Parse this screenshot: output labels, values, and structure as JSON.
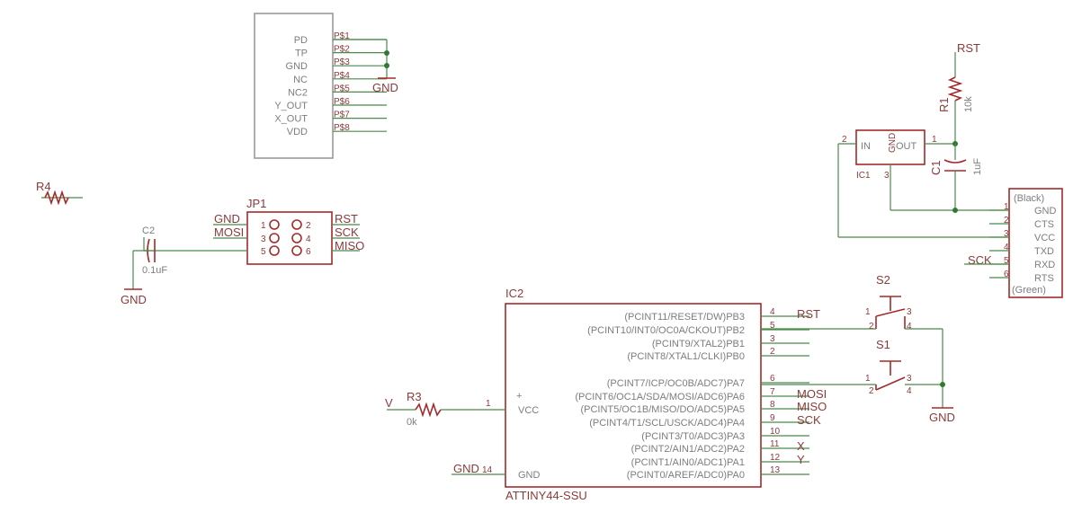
{
  "connector": {
    "labels": [
      "PD",
      "TP",
      "GND",
      "NC",
      "NC2",
      "Y_OUT",
      "X_OUT",
      "VDD"
    ],
    "pads": [
      "P$1",
      "P$2",
      "P$3",
      "P$4",
      "P$5",
      "P$6",
      "P$7",
      "P$8"
    ],
    "gnd_label": "GND"
  },
  "r4": {
    "name": "R4"
  },
  "jp1": {
    "name": "JP1",
    "pin_numbers": [
      "1",
      "2",
      "3",
      "4",
      "5",
      "6"
    ],
    "left_nets": [
      "GND",
      "MOSI"
    ],
    "right_nets": [
      "RST",
      "SCK",
      "MISO"
    ]
  },
  "c2": {
    "name": "C2",
    "value": "0.1uF",
    "gnd": "GND"
  },
  "reset_section": {
    "rst_label": "RST",
    "r1_name": "R1",
    "r1_value": "10k",
    "regulator": {
      "in": "IN",
      "gnd": "GND",
      "out": "OUT",
      "name": "IC1",
      "pin_in": "2",
      "pin_out": "1",
      "pin_gnd": "3"
    },
    "c1_name": "C1",
    "c1_value": "1uF"
  },
  "ftdi": {
    "top": "(Black)",
    "bottom": "(Green)",
    "pins": [
      "GND",
      "CTS",
      "VCC",
      "TXD",
      "RXD",
      "RTS"
    ],
    "numbers": [
      "1",
      "2",
      "3",
      "4",
      "5",
      "6"
    ],
    "sck_label": "SCK"
  },
  "ic2": {
    "name": "IC2",
    "part": "ATTINY44-SSU",
    "vcc_label": "VCC",
    "vcc_pin": "1",
    "gnd_label": "GND",
    "gnd_pin": "14",
    "right_pins": [
      {
        "label": "(PCINT11/RESET/DW)PB3",
        "num": "4",
        "net": "RST"
      },
      {
        "label": "(PCINT10/INT0/OC0A/CKOUT)PB2",
        "num": "5",
        "net": ""
      },
      {
        "label": "(PCINT9/XTAL2)PB1",
        "num": "3",
        "net": ""
      },
      {
        "label": "(PCINT8/XTAL1/CLKI)PB0",
        "num": "2",
        "net": ""
      },
      {
        "label": "(PCINT7/ICP/OC0B/ADC7)PA7",
        "num": "6",
        "net": ""
      },
      {
        "label": "(PCINT6/OC1A/SDA/MOSI/ADC6)PA6",
        "num": "7",
        "net": "MOSI"
      },
      {
        "label": "(PCINT5/OC1B/MISO/DO/ADC5)PA5",
        "num": "8",
        "net": "MISO"
      },
      {
        "label": "(PCINT4/T1/SCL/USCK/ADC4)PA4",
        "num": "9",
        "net": "SCK"
      },
      {
        "label": "(PCINT3/T0/ADC3)PA3",
        "num": "10",
        "net": ""
      },
      {
        "label": "(PCINT2/AIN1/ADC2)PA2",
        "num": "11",
        "net": "X"
      },
      {
        "label": "(PCINT1/AIN0/ADC1)PA1",
        "num": "12",
        "net": "Y"
      },
      {
        "label": "(PCINT0/AREF/ADC0)PA0",
        "num": "13",
        "net": ""
      }
    ]
  },
  "r3": {
    "name": "R3",
    "value": "0k",
    "net": "V"
  },
  "gnd_net_label": "GND",
  "s2": {
    "name": "S2",
    "pins": [
      "1",
      "2",
      "3",
      "4"
    ]
  },
  "s1": {
    "name": "S1",
    "pins": [
      "1",
      "2",
      "3",
      "4"
    ]
  },
  "switch_gnd": "GND"
}
